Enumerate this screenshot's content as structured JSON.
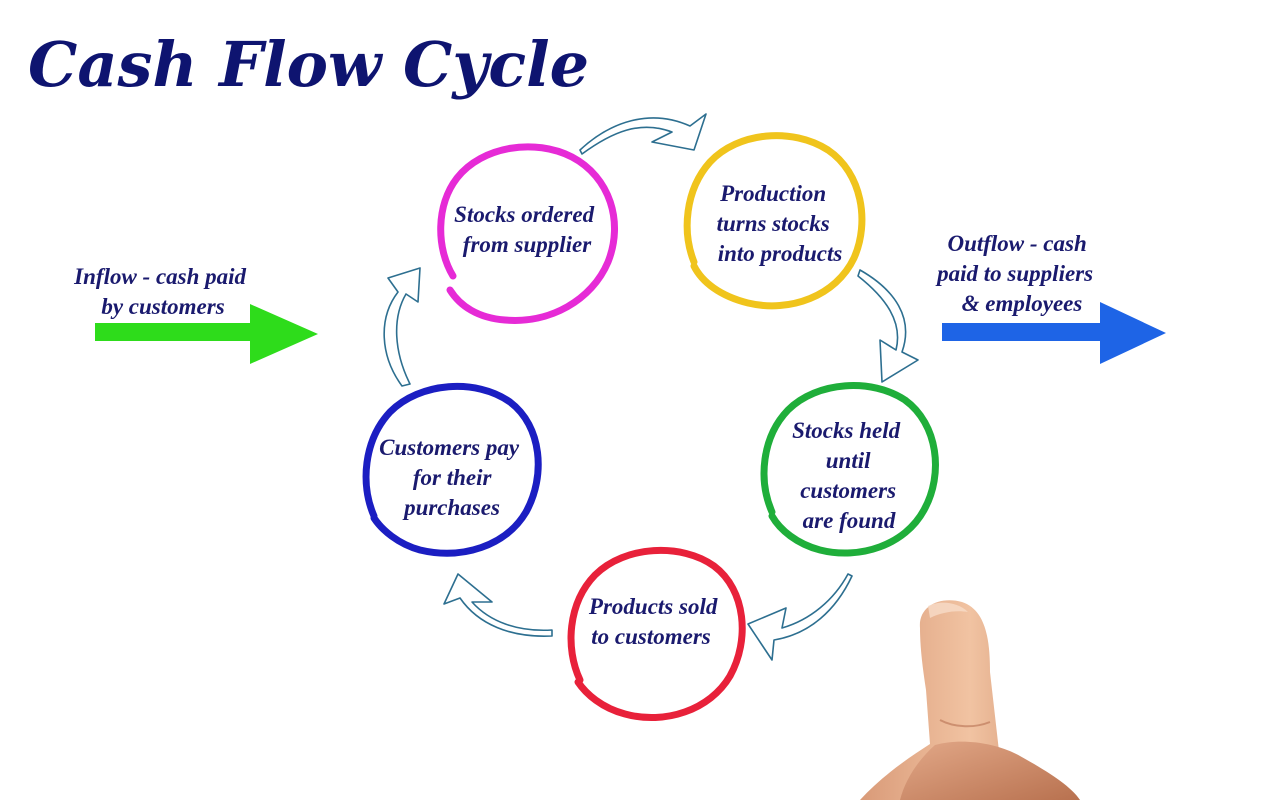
{
  "title": "Cash Flow Cycle",
  "colors": {
    "text": "#1a1a6e",
    "title": "#0e1470",
    "connector": "#2d6f90",
    "inflow_arrow": "#2edc1b",
    "outflow_arrow": "#1e64e6",
    "stocks_ordered": "#e62bd6",
    "production": "#f0c41c",
    "stocks_held": "#1fae3a",
    "products_sold": "#e8213a",
    "customers_pay": "#1b1ec2"
  },
  "inflow": {
    "lines": [
      "Inflow - cash paid",
      "by customers"
    ],
    "arrow_icon": "green-arrow-right-icon"
  },
  "outflow": {
    "lines": [
      "Outflow - cash",
      "paid to suppliers",
      "& employees"
    ],
    "arrow_icon": "blue-arrow-right-icon"
  },
  "nodes": [
    {
      "id": "stocks-ordered",
      "lines": [
        "Stocks ordered",
        "from supplier"
      ]
    },
    {
      "id": "production",
      "lines": [
        "Production",
        "turns stocks",
        "into products"
      ]
    },
    {
      "id": "stocks-held",
      "lines": [
        "Stocks held",
        "until",
        "customers",
        "are found"
      ]
    },
    {
      "id": "products-sold",
      "lines": [
        "Products sold",
        "to customers"
      ]
    },
    {
      "id": "customers-pay",
      "lines": [
        "Customers pay",
        "for their",
        "purchases"
      ]
    }
  ],
  "connector_icon": "curved-arrow-icon",
  "photo_icon": "pointing-finger-icon"
}
